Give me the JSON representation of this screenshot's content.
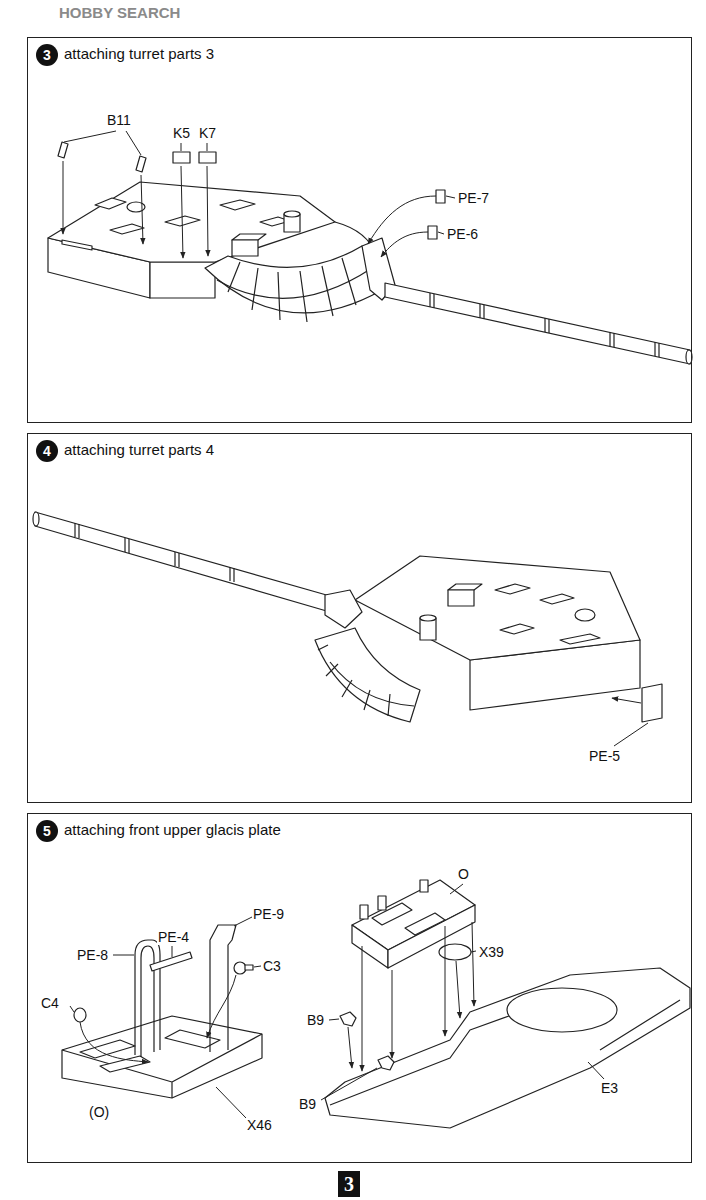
{
  "diagram": {
    "nodes": [
      {
        "text": [
          "attaching turret parts 3"
        ]
      },
      {
        "text": [
          "3"
        ],
        "in": 0
      },
      {
        "text": [
          "attaching turret parts 4"
        ]
      },
      {
        "text": [
          "4"
        ],
        "in": 2
      },
      {
        "text": [
          "attaching front upper glacis plate"
        ]
      },
      {
        "text": [
          "5"
        ],
        "in": 4
      },
      {
        "text": [
          "3"
        ]
      }
    ],
    "labels": [
      "HOBBY SEARCH",
      "B11",
      "K5",
      "K7",
      "PE-7",
      "PE-6",
      "PE-5",
      "PE-8",
      "PE-4",
      "PE-9",
      "C4",
      "C3",
      "X46",
      "(O)",
      "O",
      "X39",
      "B9",
      "B9",
      "E3"
    ]
  }
}
